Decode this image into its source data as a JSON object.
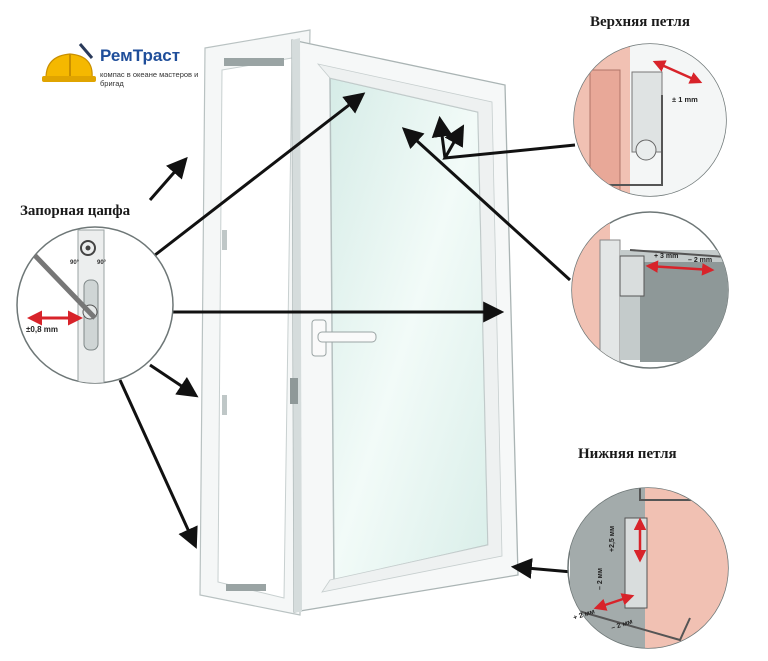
{
  "logo": {
    "name": "РемТраст",
    "tagline": "компас в океане мастеров и бригад"
  },
  "labels": {
    "top_hinge": "Верхняя петля",
    "bottom_hinge": "Нижняя петля",
    "locking_pin": "Запорная цапфа"
  },
  "callouts": {
    "locking_pin": {
      "offset": "±0,8 mm",
      "angle_left": "90°",
      "angle_right": "90°"
    },
    "top_hinge": {
      "offset": "± 1 mm"
    },
    "top_hinge_scissor": {
      "left": "+ 3 mm",
      "right": "– 2 mm"
    },
    "bottom_hinge": {
      "up": "+2,5 мм",
      "down": "– 2 мм",
      "left": "+ 2 мм",
      "right": "– 2 мм"
    }
  },
  "colors": {
    "frame": "#f4f6f6",
    "frame_shadow": "#cfd6d6",
    "glass": "#e3f2ee",
    "wall": "#f1c1b3",
    "arrow": "#111111",
    "red_marker": "#d8232a",
    "logo_blue": "#1f4e9a",
    "logo_yellow": "#f5b800"
  }
}
